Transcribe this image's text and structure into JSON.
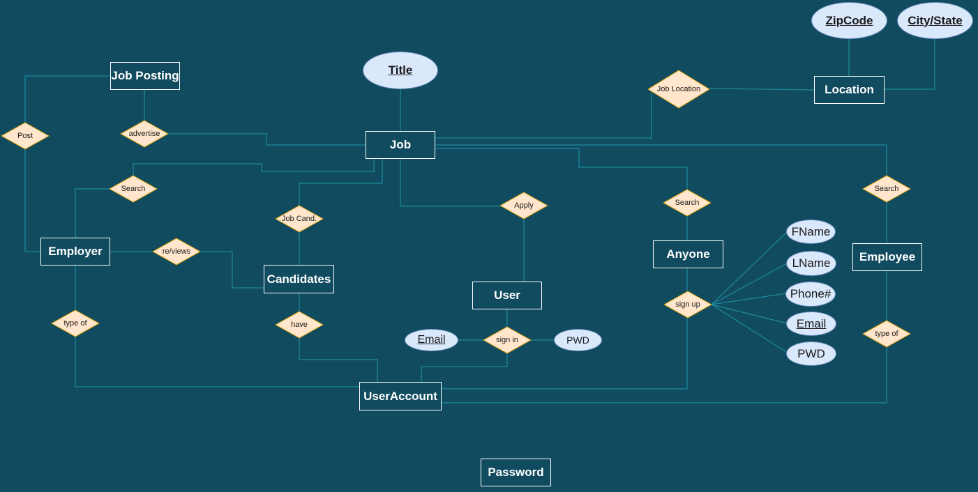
{
  "colors": {
    "background": "#114b5f",
    "connector": "#1e8a9e",
    "entity_border": "#ffffff",
    "relationship_fill": "#ffe6cc",
    "relationship_border": "#d79b00",
    "attribute_fill": "#dae8fc",
    "attribute_border": "#6c8ebf"
  },
  "entities": {
    "job_posting": "Job Posting",
    "job": "Job",
    "location": "Location",
    "employer": "Employer",
    "candidates": "Candidates",
    "user": "User",
    "anyone": "Anyone",
    "employee": "Employee",
    "user_account": "UserAccount",
    "password": "Password"
  },
  "relationships": {
    "post": "Post",
    "advertise": "advertise",
    "search_employer": "Search",
    "job_candidates": "Job Cand.",
    "reviews": "re/views",
    "apply": "Apply",
    "search_anyone": "Search",
    "search_employee": "Search",
    "job_location": "Job Location",
    "type_of_employer": "type of",
    "have": "have",
    "sign_in": "sign in",
    "sign_up": "sign up",
    "type_of_employee": "type of"
  },
  "attributes": {
    "zipcode": "ZipCode",
    "city_state": "City/State",
    "title": "Title",
    "email_signin": "Email",
    "pwd_signin": "PWD",
    "fname": "FName",
    "lname": "LName",
    "phone": "Phone#",
    "email_signup": "Email",
    "pwd_signup": "PWD"
  }
}
